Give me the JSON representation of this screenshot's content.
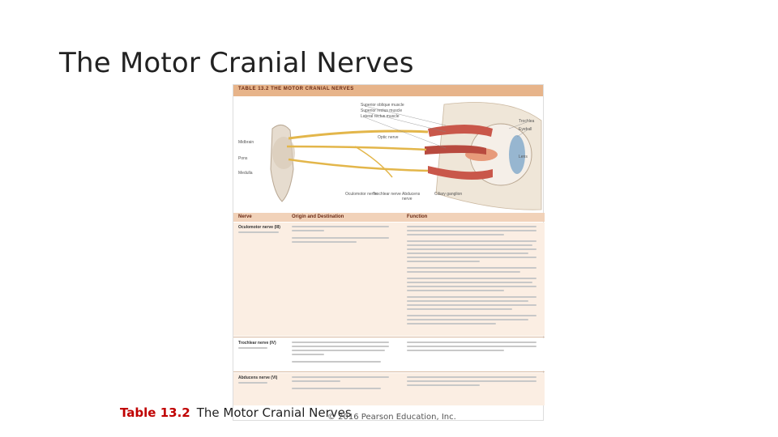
{
  "slide": {
    "title": "The Motor Cranial Nerves",
    "caption_number": "Table 13.2",
    "caption_text": "The Motor Cranial Nerves",
    "copyright": "© 2016 Pearson Education, Inc."
  },
  "figure": {
    "header": "TABLE 13.2 THE MOTOR CRANIAL NERVES",
    "labels": {
      "superior_oblique": "Superior oblique muscle",
      "superior_rectus": "Superior rectus muscle",
      "lateral_rectus": "Lateral rectus muscle",
      "trochlea": "Trochlea",
      "eyeball": "Eyeball",
      "optic_nerve": "Optic nerve",
      "midbrain": "Midbrain",
      "pons": "Pons",
      "medulla": "Medulla",
      "oculomotor": "Oculomotor nerve",
      "trochlear": "Trochlear nerve",
      "abducens": "Abducens nerve",
      "ciliary": "Ciliary ganglion",
      "lens": "Lens"
    },
    "table_headers": [
      "Nerve",
      "Origin and Destination",
      "Function"
    ],
    "rows": [
      {
        "nerve": "Oculomotor nerve (III)"
      },
      {
        "nerve": "Trochlear nerve (IV)"
      },
      {
        "nerve": "Abducens nerve (VI)"
      }
    ]
  }
}
